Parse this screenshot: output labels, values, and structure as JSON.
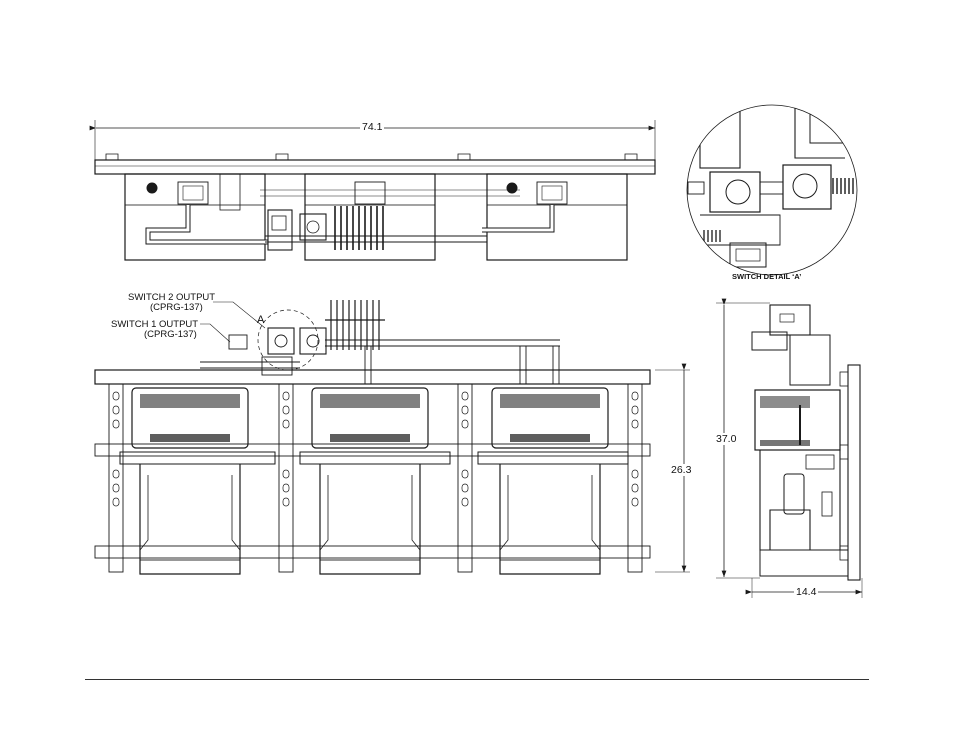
{
  "dimensions": {
    "overall_width": "74.1",
    "front_height": "26.3",
    "side_height": "37.0",
    "side_depth": "14.4"
  },
  "callouts": {
    "switch2_line1": "SWITCH 2 OUTPUT",
    "switch2_line2": "(CPRG-137)",
    "switch1_line1": "SWITCH 1 OUTPUT",
    "switch1_line2": "(CPRG-137)",
    "detail_marker": "A"
  },
  "detail": {
    "title": "SWITCH DETAIL ‘A’"
  },
  "colors": {
    "line": "#1a1a1a",
    "background": "#ffffff"
  }
}
